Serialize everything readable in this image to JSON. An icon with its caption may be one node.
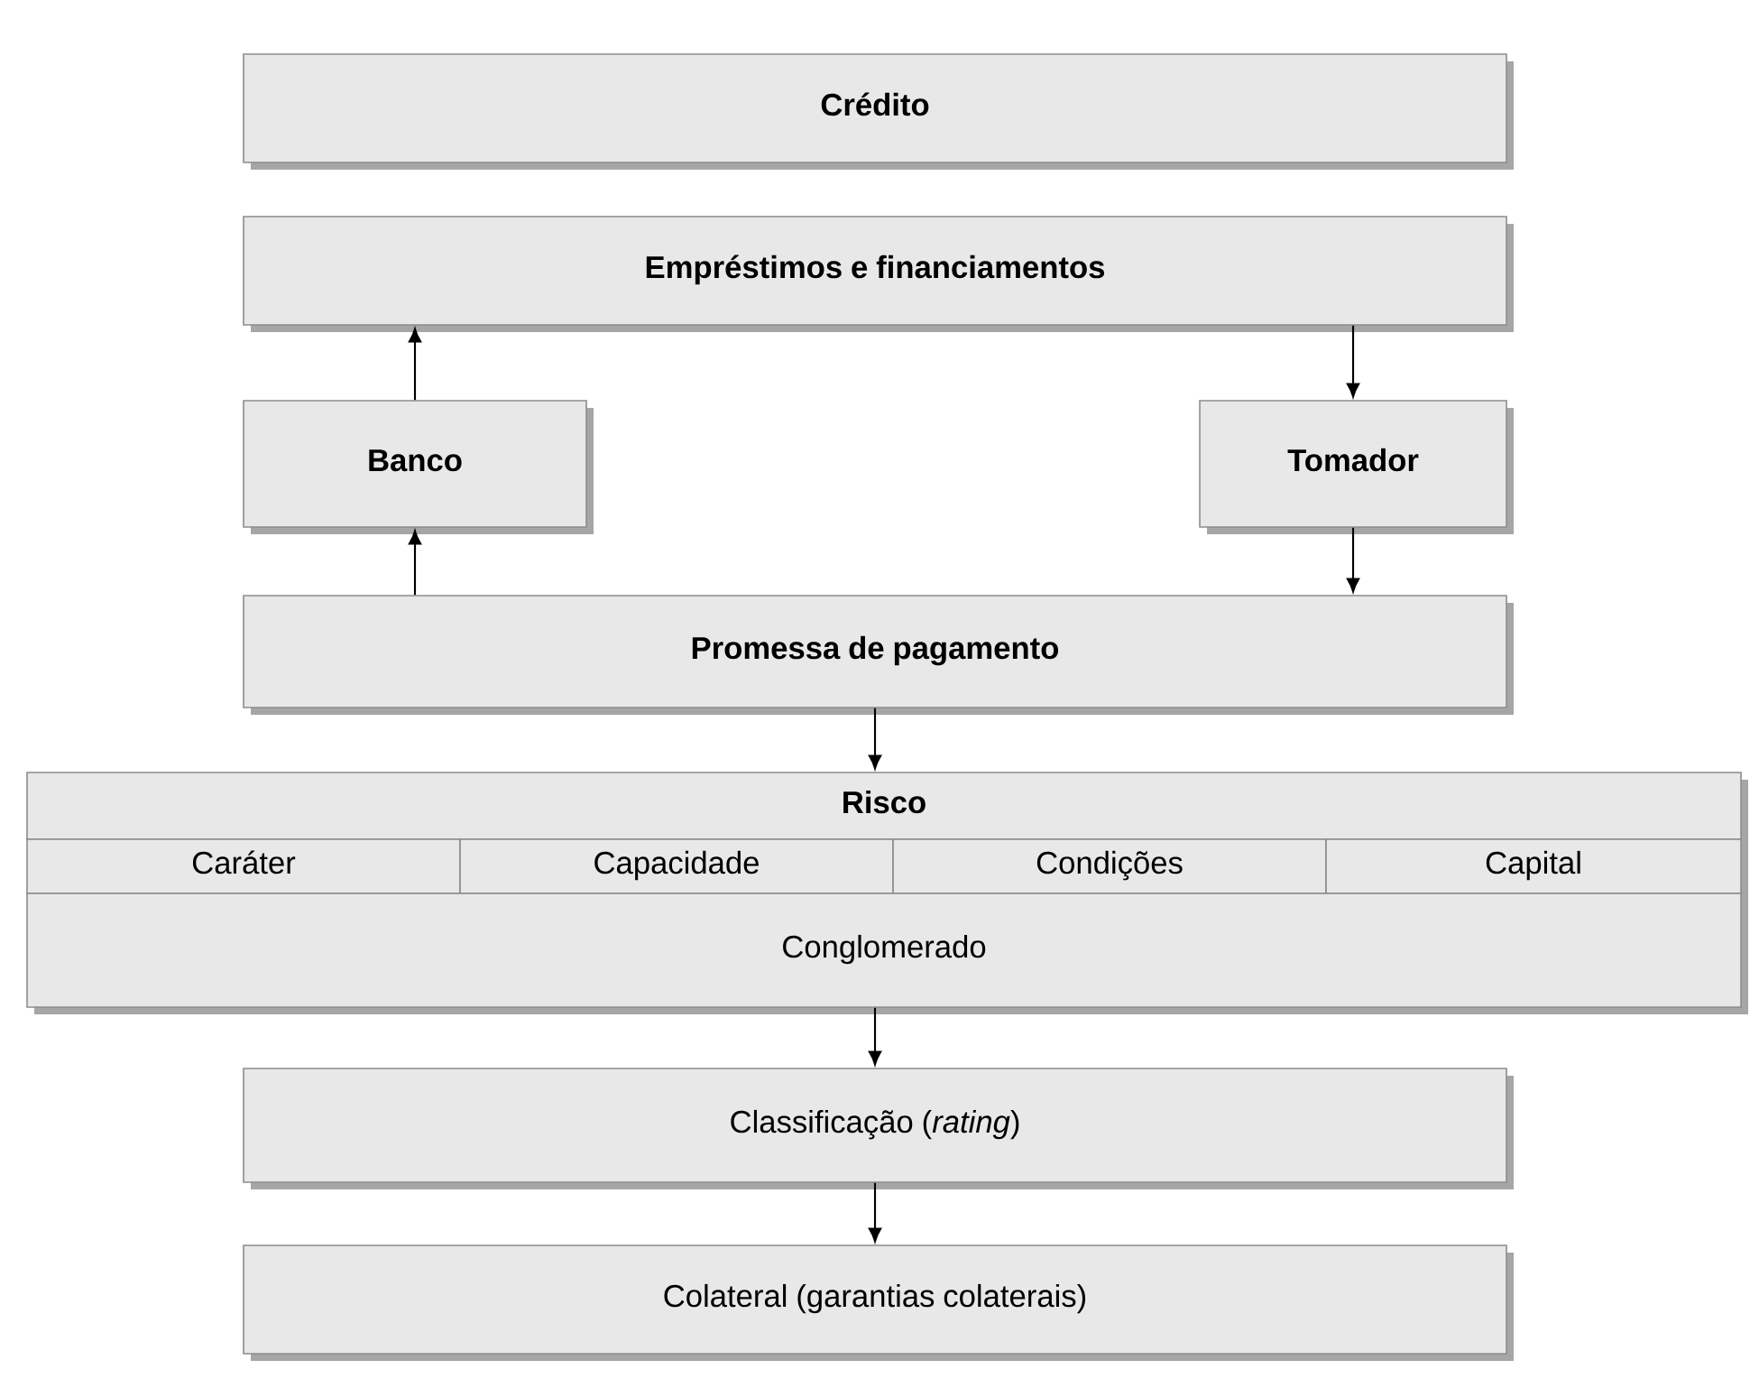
{
  "diagram": {
    "nodes": [
      {
        "text": [
          "Crédito"
        ]
      },
      {
        "text": [
          "Empréstimos e financiamentos"
        ]
      },
      {
        "text": [
          "Banco"
        ]
      },
      {
        "text": [
          "Tomador"
        ]
      },
      {
        "text": [
          "Promessa de pagamento"
        ]
      },
      {
        "text": [
          "Risco"
        ]
      },
      {
        "text": [
          "Caráter"
        ]
      },
      {
        "text": [
          "Capacidade"
        ]
      },
      {
        "text": [
          "Condições"
        ]
      },
      {
        "text": [
          "Capital"
        ]
      },
      {
        "text": [
          "Conglomerado"
        ]
      },
      {
        "text": [
          "Classificação (*rating*)"
        ]
      },
      {
        "text": [
          "Colateral (garantias colaterais)"
        ]
      }
    ],
    "edges": [
      {
        "from": 2,
        "to": 1,
        "arrow": "to"
      },
      {
        "from": 1,
        "to": 3,
        "arrow": "to"
      },
      {
        "from": 4,
        "to": 2,
        "arrow": "to"
      },
      {
        "from": 3,
        "to": 4,
        "arrow": "to"
      },
      {
        "from": 4,
        "to": 5,
        "arrow": "to"
      },
      {
        "from": 10,
        "to": 11,
        "arrow": "to"
      },
      {
        "from": 11,
        "to": 12,
        "arrow": "to"
      }
    ]
  }
}
